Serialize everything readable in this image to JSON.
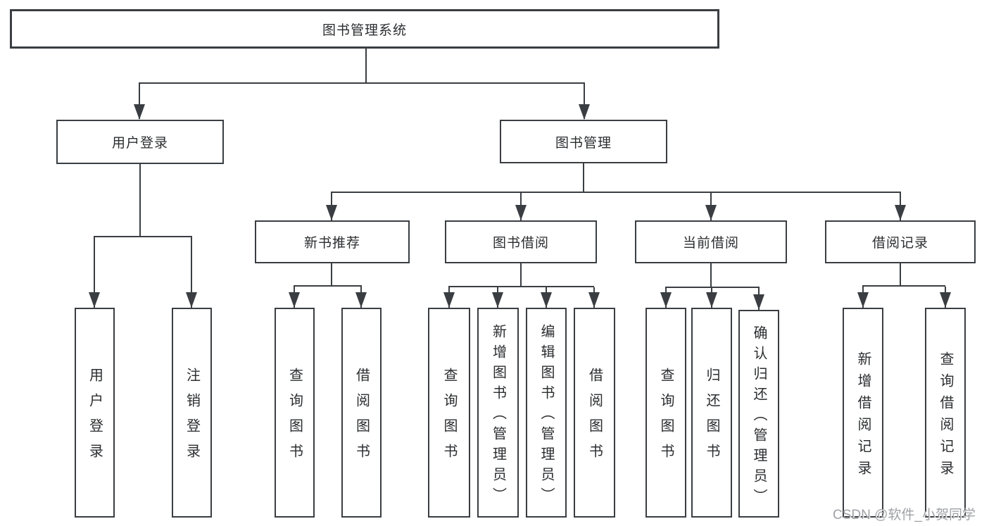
{
  "diagram": {
    "title": "图书管理系统",
    "type": "hierarchy",
    "root": {
      "label": "图书管理系统"
    },
    "user_login": {
      "label": "用户登录",
      "leaves": [
        {
          "label": "用户登录"
        },
        {
          "label": "注销登录"
        }
      ]
    },
    "book_mgmt": {
      "label": "图书管理",
      "groups": [
        {
          "label": "新书推荐",
          "leaves": [
            {
              "label": "查询图书"
            },
            {
              "label": "借阅图书"
            }
          ]
        },
        {
          "label": "图书借阅",
          "leaves": [
            {
              "label": "查询图书"
            },
            {
              "label": "新增图书（管理员）"
            },
            {
              "label": "编辑图书（管理员）"
            },
            {
              "label": "借阅图书"
            }
          ]
        },
        {
          "label": "当前借阅",
          "leaves": [
            {
              "label": "查询图书"
            },
            {
              "label": "归还图书"
            },
            {
              "label": "确认归还（管理员）"
            }
          ]
        },
        {
          "label": "借阅记录",
          "leaves": [
            {
              "label": "新增借阅记录"
            },
            {
              "label": "查询借阅记录"
            }
          ]
        }
      ]
    }
  },
  "watermark": {
    "text": "CSDN @软件_小贺同学",
    "color": "#9fa1a5"
  },
  "colors": {
    "line": "#3a3e42",
    "text": "#2b2d2f",
    "background": "#ffffff",
    "box_bg": "#ffffff"
  }
}
